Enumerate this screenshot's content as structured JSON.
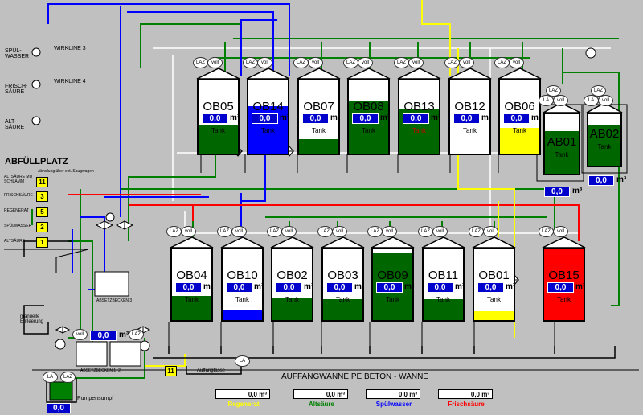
{
  "header": {
    "title": "ABFÜLLPLATZ",
    "wanne": "AUFFANGWANNE PE BETON - WANNE"
  },
  "labels": {
    "wirkline3": "WIRKLINE 3",
    "wirkline4": "WIRKLINE 4",
    "spuel": [
      "SPÜL-",
      "WASSER"
    ],
    "frisch": [
      "FRISCH-",
      "SÄURE"
    ],
    "alt": [
      "ALT-",
      "SÄURE"
    ],
    "absetzbecken3": "ABSETZBECKEN 3",
    "absetzbecken12": "ABSETZBECKEN 1+2",
    "pumpensumpf": "Pumpensumpf",
    "auffangtasse": "Auffangtasse",
    "manuelle": [
      "manuelle",
      "Entleerung"
    ],
    "abholung": "Abholung über ext. Saugwagen"
  },
  "abfuell": [
    {
      "label": "ALTSÄURE MIT SCHLAMM",
      "num": "11"
    },
    {
      "label": "FRISCHSÄURE",
      "num": "3"
    },
    {
      "label": "REGENERAT",
      "num": "5"
    },
    {
      "label": "SPÜLWASSER",
      "num": "2"
    },
    {
      "label": "ALTSÄURE",
      "num": "1"
    }
  ],
  "tanks": [
    {
      "id": "OB05",
      "value": "0,0",
      "sub": "Tank",
      "fill_color": "#006600",
      "fill_level": 0.4
    },
    {
      "id": "OB14",
      "value": "0,0",
      "sub": "Tank",
      "fill_color": "#0000ff",
      "fill_level": 0.65
    },
    {
      "id": "OB07",
      "value": "0,0",
      "sub": "Tank",
      "fill_color": "#006600",
      "fill_level": 0.2
    },
    {
      "id": "OB08",
      "value": "0,0",
      "sub": "Tank",
      "fill_color": "#006600",
      "fill_level": 0.72
    },
    {
      "id": "OB13",
      "value": "0,0",
      "sub": "Tank",
      "fill_color": "#006600",
      "fill_level": 0.6
    },
    {
      "id": "OB12",
      "value": "0,0",
      "sub": "Tank",
      "fill_color": "#006600",
      "fill_level": 0
    },
    {
      "id": "OB06",
      "value": "0,0",
      "sub": "Tank",
      "fill_color": "#ffff00",
      "fill_level": 0.35
    },
    {
      "id": "AB01",
      "value": "",
      "sub": "Tank",
      "fill_color": "#006600",
      "fill_level": 0.72
    },
    {
      "id": "AB02",
      "value": "",
      "sub": "Tank",
      "fill_color": "#006600",
      "fill_level": 0.78
    },
    {
      "id": "OB04",
      "value": "0,0",
      "sub": "Tank",
      "fill_color": "#006600",
      "fill_level": 0.34
    },
    {
      "id": "OB10",
      "value": "0,0",
      "sub": "Tank",
      "fill_color": "#0000ff",
      "fill_level": 0.14
    },
    {
      "id": "OB02",
      "value": "0,0",
      "sub": "Tank",
      "fill_color": "#006600",
      "fill_level": 0.32
    },
    {
      "id": "OB03",
      "value": "0,0",
      "sub": "Tank",
      "fill_color": "#006600",
      "fill_level": 0.3
    },
    {
      "id": "OB09",
      "value": "0,0",
      "sub": "Tank",
      "fill_color": "#006600",
      "fill_level": 0.95
    },
    {
      "id": "OB11",
      "value": "0,0",
      "sub": "Tank",
      "fill_color": "#006600",
      "fill_level": 0.3
    },
    {
      "id": "OB01",
      "value": "0,0",
      "sub": "Tank",
      "fill_color": "#ffff00",
      "fill_level": 0.12
    },
    {
      "id": "OB15",
      "value": "0,0",
      "sub": "Tank",
      "fill_color": "#ff0000",
      "fill_level": 1.0
    }
  ],
  "tank_labels": {
    "laz": "LAZ",
    "voll": "voll",
    "la": "LA"
  },
  "unit": "m³",
  "readouts": {
    "ab01": "0,0",
    "ab02": "0,0",
    "absetz": "0,0",
    "sumpf": "0,0"
  },
  "legend": [
    {
      "value": "0,0 m³",
      "label": "Regenerat",
      "color": "#ffff00"
    },
    {
      "value": "0,0 m³",
      "label": "Altsäure",
      "color": "#008000"
    },
    {
      "value": "0,0 m³",
      "label": "Spülwasser",
      "color": "#0000ff"
    },
    {
      "value": "0,0 m³",
      "label": "Frischsäure",
      "color": "#ff0000"
    }
  ],
  "colors": {
    "regenerat": "#ffff00",
    "altsaeure": "#008000",
    "spuelwasser": "#0000ff",
    "frischsaeure": "#ff0000",
    "background": "#c0c0c0"
  }
}
